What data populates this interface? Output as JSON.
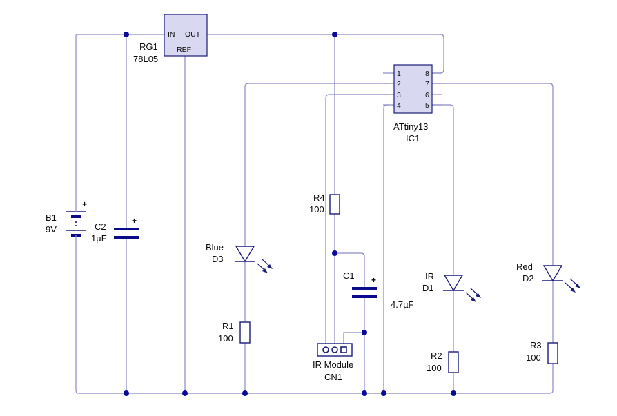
{
  "components": {
    "regulator": {
      "ref": "RG1",
      "value": "78L05",
      "pin_in": "IN",
      "pin_out": "OUT",
      "pin_ref": "REF"
    },
    "ic": {
      "value": "ATtiny13",
      "ref": "IC1",
      "pins_left": [
        "1",
        "2",
        "3",
        "4"
      ],
      "pins_right": [
        "8",
        "7",
        "6",
        "5"
      ]
    },
    "battery": {
      "ref": "B1",
      "value": "9V"
    },
    "c2": {
      "ref": "C2",
      "value": "1µF"
    },
    "c1": {
      "ref": "C1",
      "value": "4.7µF"
    },
    "r1": {
      "ref": "R1",
      "value": "100"
    },
    "r2": {
      "ref": "R2",
      "value": "100"
    },
    "r3": {
      "ref": "R3",
      "value": "100"
    },
    "r4": {
      "ref": "R4",
      "value": "100"
    },
    "d3": {
      "color": "Blue",
      "ref": "D3"
    },
    "d1": {
      "color": "IR",
      "ref": "D1"
    },
    "d2": {
      "color": "Red",
      "ref": "D2"
    },
    "cn1": {
      "value": "IR Module",
      "ref": "CN1"
    },
    "plus_sign": "+"
  }
}
